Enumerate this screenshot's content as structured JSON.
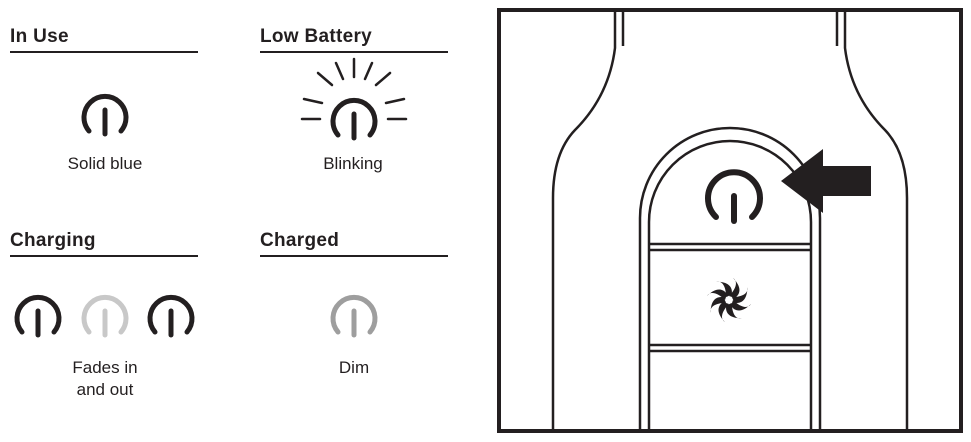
{
  "legend": {
    "in_use": {
      "title": "In Use",
      "caption": "Solid blue"
    },
    "low_battery": {
      "title": "Low Battery",
      "caption": "Blinking"
    },
    "charging": {
      "title": "Charging",
      "caption_line1": "Fades in",
      "caption_line2": "and out"
    },
    "charged": {
      "title": "Charged",
      "caption": "Dim"
    }
  },
  "icons": {
    "power": "power-icon",
    "fan": "fan-icon",
    "arrow": "arrow-left-icon"
  },
  "colors": {
    "ink": "#231f20",
    "fade": "#c8c8c8",
    "dim": "#9e9e9e"
  }
}
